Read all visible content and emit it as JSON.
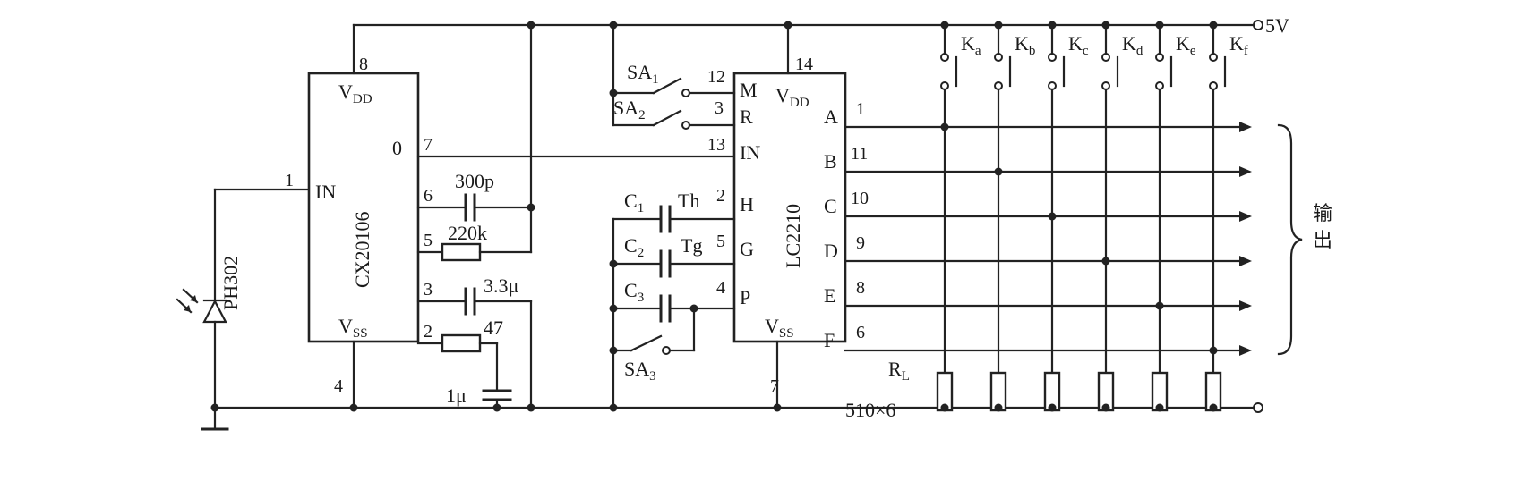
{
  "supply": {
    "label": "5V"
  },
  "u1": {
    "name": "CX20106",
    "vdd": "V",
    "vdd_sub": "DD",
    "vss": "V",
    "vss_sub": "SS",
    "in": "IN",
    "out": "0",
    "pins": {
      "p8": "8",
      "p1": "1",
      "p7": "7",
      "p6": "6",
      "p5": "5",
      "p3": "3",
      "p2": "2",
      "p4": "4"
    }
  },
  "u2": {
    "name": "LC2210",
    "vdd": "V",
    "vdd_sub": "DD",
    "vss": "V",
    "vss_sub": "SS",
    "left_pins": [
      "M",
      "R",
      "IN",
      "H",
      "G",
      "P"
    ],
    "right_pins": [
      "A",
      "B",
      "C",
      "D",
      "E",
      "F"
    ],
    "pins": {
      "p14": "14",
      "p12": "12",
      "p3": "3",
      "p13": "13",
      "p2": "2",
      "p5": "5",
      "p4": "4",
      "p7": "7",
      "p1": "1",
      "p11": "11",
      "p10": "10",
      "p9": "9",
      "p8": "8",
      "p6": "6"
    }
  },
  "sensor": {
    "name": "PH302"
  },
  "components": {
    "c300p": "300p",
    "r220k": "220k",
    "c3u3": "3.3μ",
    "r47": "47",
    "c1u": "1μ",
    "c1": "C",
    "c1_sub": "1",
    "c2": "C",
    "c2_sub": "2",
    "c3": "C",
    "c3_sub": "3",
    "th": "Th",
    "tg": "Tg",
    "sa1": "SA",
    "sa1_sub": "1",
    "sa2": "SA",
    "sa2_sub": "2",
    "sa3": "SA",
    "sa3_sub": "3",
    "rl": "R",
    "rl_sub": "L",
    "rl_value": "510×6"
  },
  "keys": [
    {
      "label": "K",
      "sub": "a"
    },
    {
      "label": "K",
      "sub": "b"
    },
    {
      "label": "K",
      "sub": "c"
    },
    {
      "label": "K",
      "sub": "d"
    },
    {
      "label": "K",
      "sub": "e"
    },
    {
      "label": "K",
      "sub": "f"
    }
  ],
  "output": {
    "label_1": "输",
    "label_2": "出"
  }
}
